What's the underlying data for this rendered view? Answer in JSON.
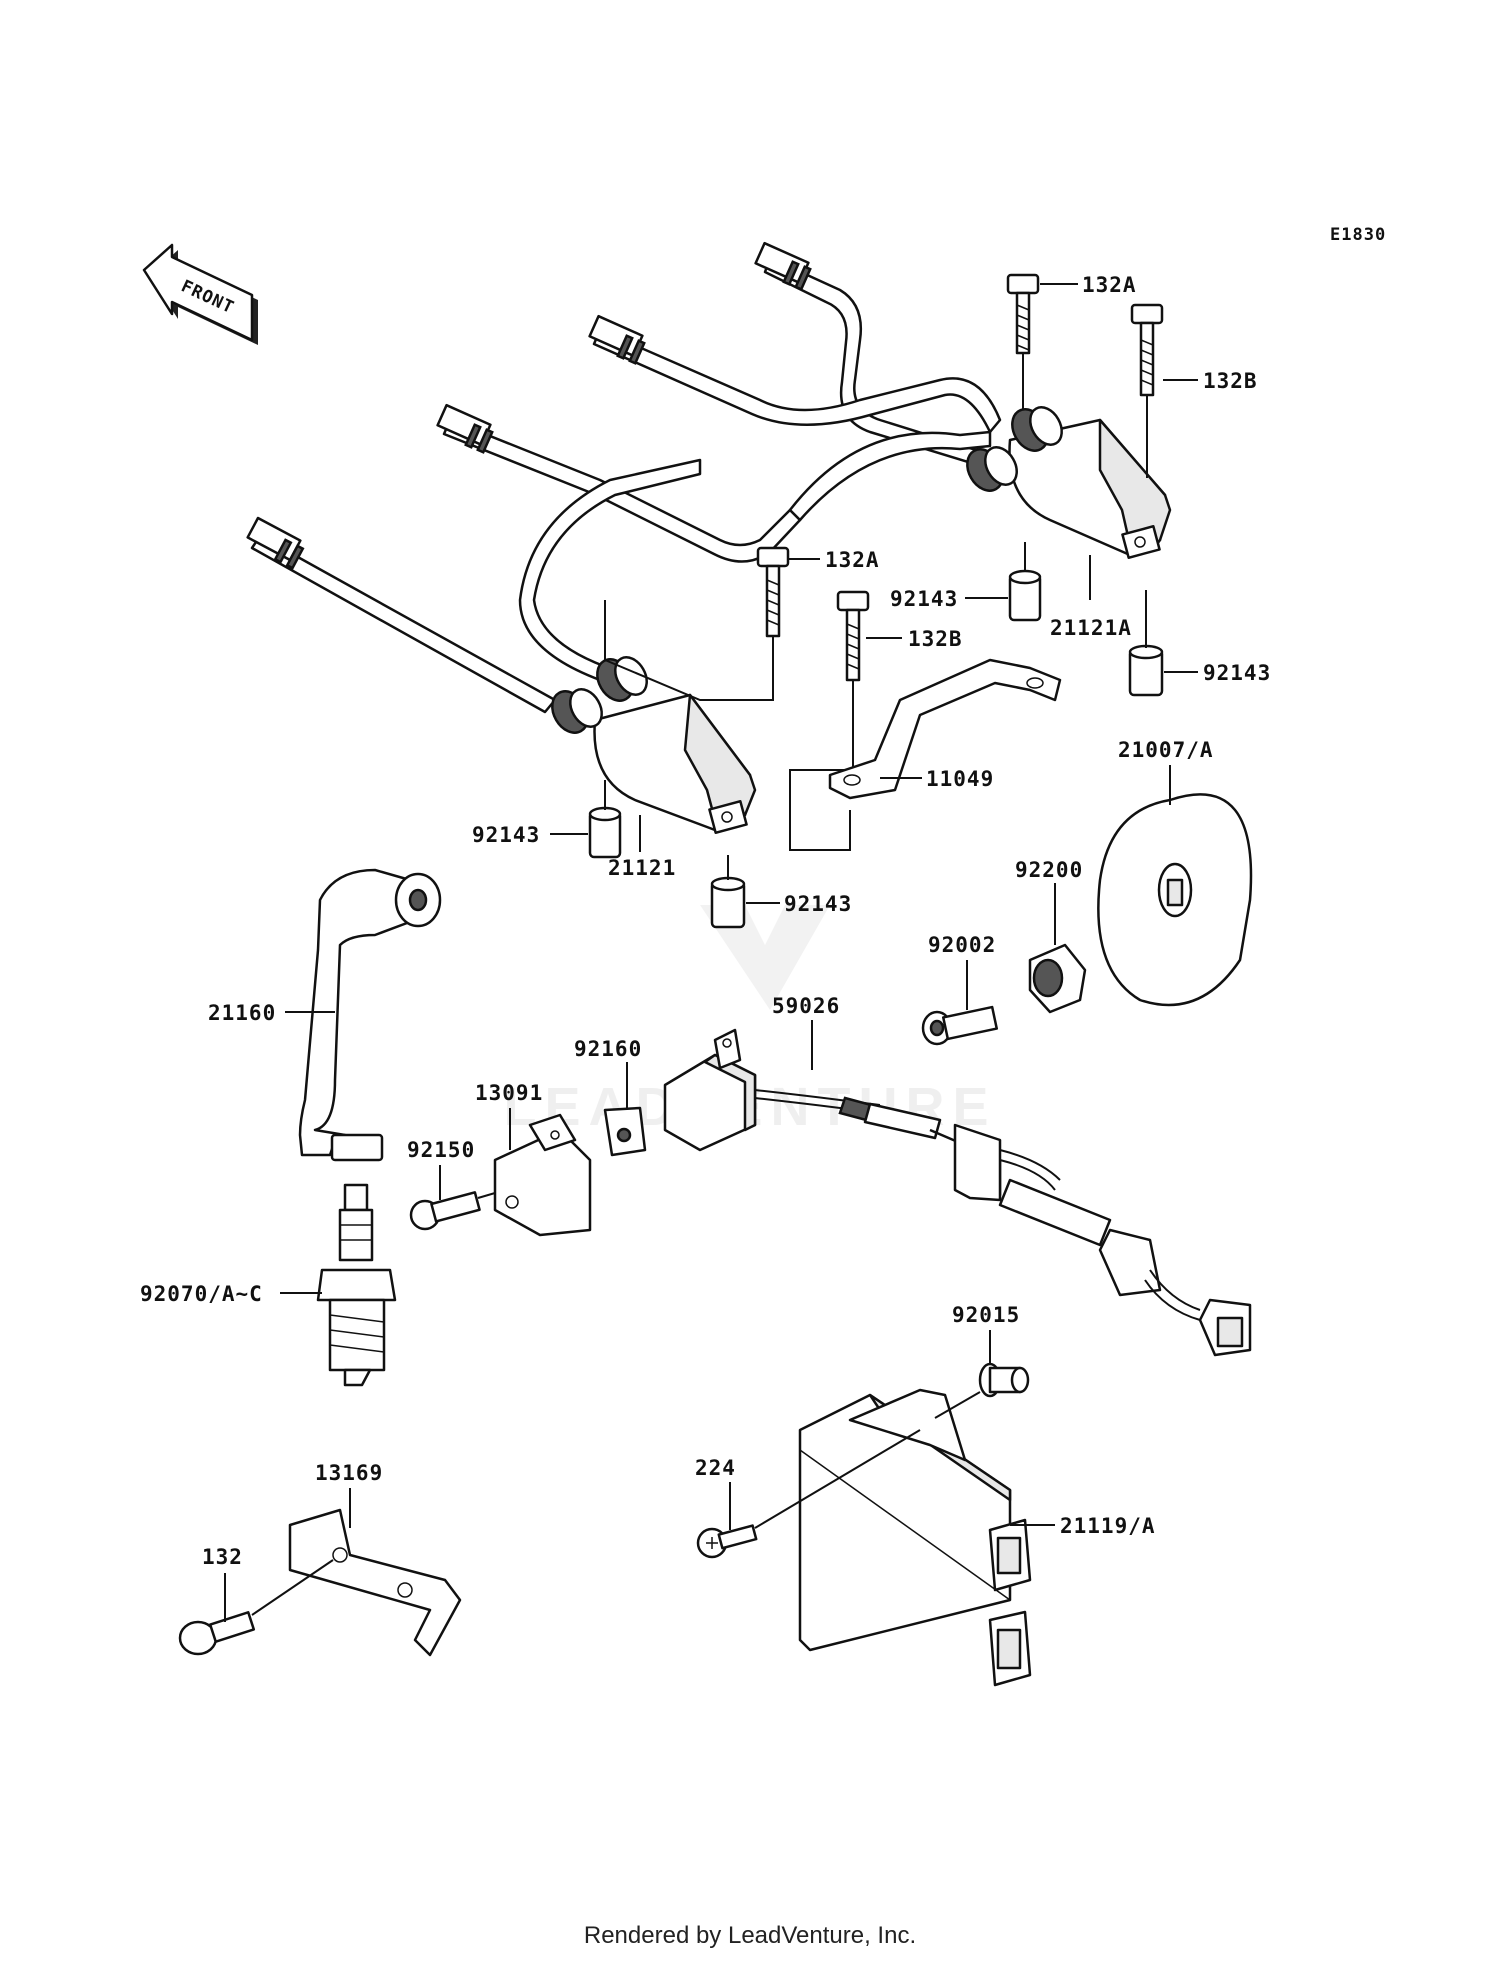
{
  "diagram": {
    "code": "E1830",
    "front_label": "FRONT",
    "watermark": "LEADVENTURE"
  },
  "callouts": {
    "c132a_top": "132A",
    "c132b_top": "132B",
    "c132a_mid": "132A",
    "c92143_a": "92143",
    "c21121a": "21121A",
    "c132b_mid": "132B",
    "c92143_b": "92143",
    "c21007a": "21007/A",
    "c11049": "11049",
    "c92143_c": "92143",
    "c21121": "21121",
    "c92143_d": "92143",
    "c92200": "92200",
    "c92002": "92002",
    "c21160": "21160",
    "c59026": "59026",
    "c92160": "92160",
    "c13091": "13091",
    "c92150": "92150",
    "c92070": "92070/A~C",
    "c92015": "92015",
    "c224": "224",
    "c21119a": "21119/A",
    "c13169": "13169",
    "c132": "132"
  },
  "footer": "Rendered by LeadVenture, Inc."
}
